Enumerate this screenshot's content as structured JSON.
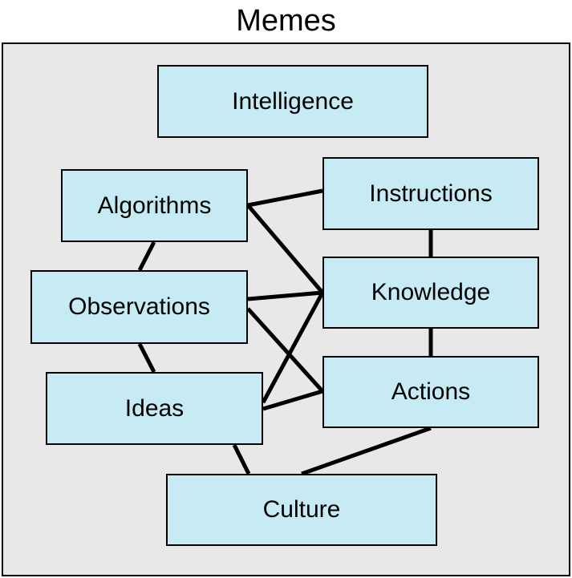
{
  "diagram": {
    "title": "Memes",
    "colors": {
      "node_fill": "#c6ebf5",
      "frame_fill": "#e8e8e8",
      "line": "#000000"
    },
    "nodes": [
      {
        "id": "intelligence",
        "label": "Intelligence"
      },
      {
        "id": "algorithms",
        "label": "Algorithms"
      },
      {
        "id": "instructions",
        "label": "Instructions"
      },
      {
        "id": "observations",
        "label": "Observations"
      },
      {
        "id": "knowledge",
        "label": "Knowledge"
      },
      {
        "id": "ideas",
        "label": "Ideas"
      },
      {
        "id": "actions",
        "label": "Actions"
      },
      {
        "id": "culture",
        "label": "Culture"
      }
    ],
    "edges": [
      {
        "from": "algorithms",
        "to": "instructions"
      },
      {
        "from": "algorithms",
        "to": "knowledge"
      },
      {
        "from": "algorithms",
        "to": "observations"
      },
      {
        "from": "instructions",
        "to": "knowledge"
      },
      {
        "from": "observations",
        "to": "knowledge"
      },
      {
        "from": "observations",
        "to": "actions"
      },
      {
        "from": "observations",
        "to": "ideas"
      },
      {
        "from": "knowledge",
        "to": "actions"
      },
      {
        "from": "ideas",
        "to": "knowledge"
      },
      {
        "from": "ideas",
        "to": "actions"
      },
      {
        "from": "ideas",
        "to": "culture"
      },
      {
        "from": "actions",
        "to": "culture"
      }
    ]
  }
}
